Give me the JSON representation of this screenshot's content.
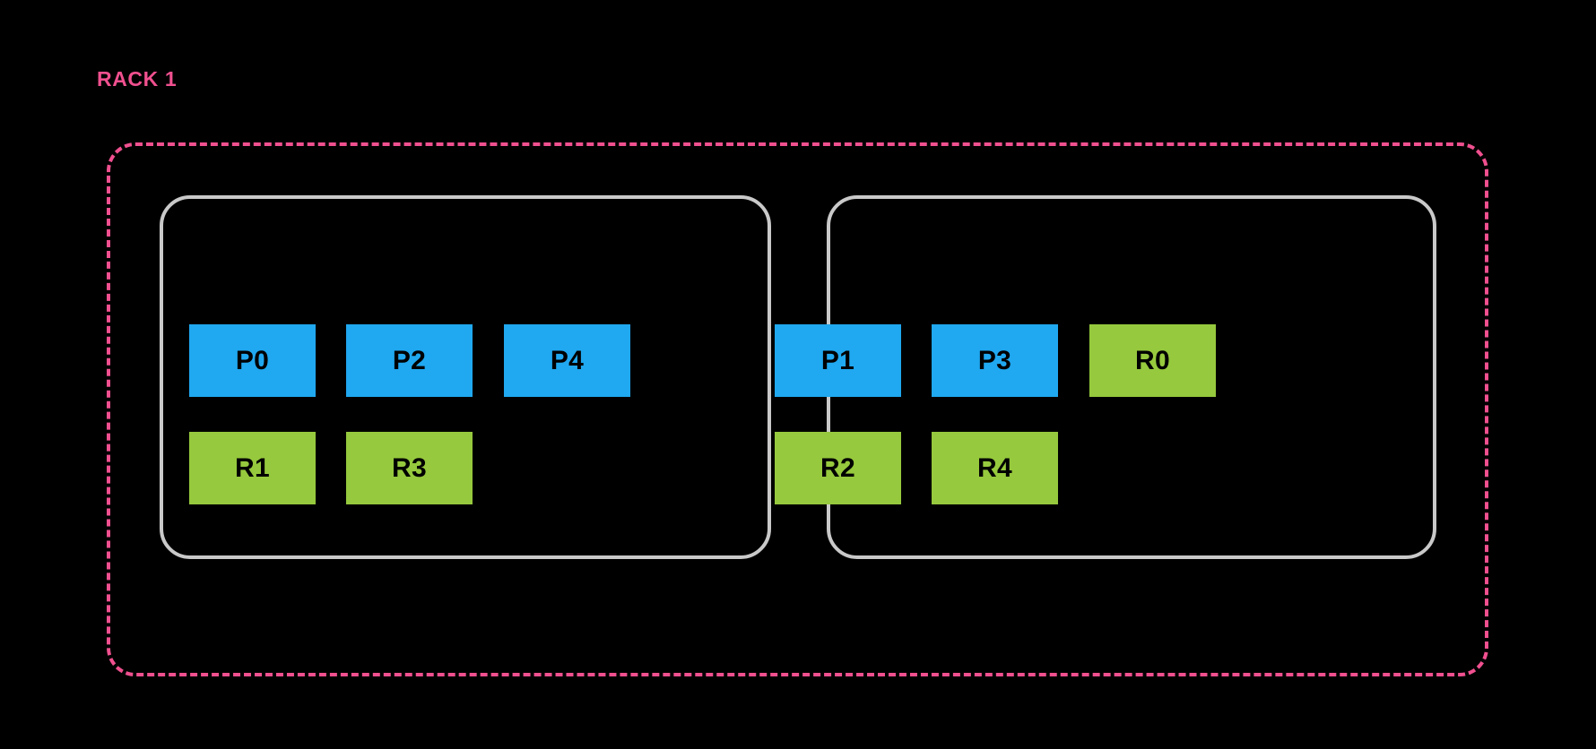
{
  "diagram": {
    "title": "RACK 1",
    "background_color": "#000000",
    "rack": {
      "label": "RACK 1",
      "border_color": "#F0508F",
      "border_style": "dashed"
    },
    "colors": {
      "primary_shard": "#20A8F0",
      "replica_shard": "#96C93D",
      "node_border": "#C9C9C9",
      "rack_accent": "#F0508F",
      "shard_text": "#000000"
    },
    "nodes": [
      {
        "id": "node-0",
        "rows": [
          [
            {
              "label": "P0",
              "kind": "primary"
            },
            {
              "label": "P2",
              "kind": "primary"
            },
            {
              "label": "P4",
              "kind": "primary"
            }
          ],
          [
            {
              "label": "R1",
              "kind": "replica"
            },
            {
              "label": "R3",
              "kind": "replica"
            }
          ]
        ]
      },
      {
        "id": "node-1",
        "rows": [
          [
            {
              "label": "P1",
              "kind": "primary"
            },
            {
              "label": "P3",
              "kind": "primary"
            },
            {
              "label": "R0",
              "kind": "replica"
            }
          ],
          [
            {
              "label": "R2",
              "kind": "replica"
            },
            {
              "label": "R4",
              "kind": "replica"
            }
          ]
        ]
      }
    ]
  }
}
